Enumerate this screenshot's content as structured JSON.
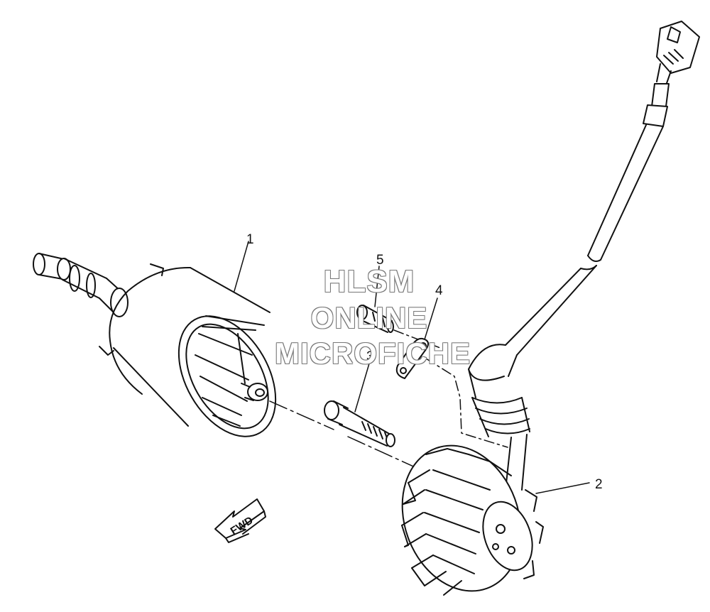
{
  "callouts": {
    "c1": "1",
    "c2": "2",
    "c3": "3",
    "c4": "4",
    "c5": "5"
  },
  "fwd_label": "FWD",
  "watermark": {
    "line1": "HLSM",
    "line2": "ONLINE",
    "line3": "MICROFICHE"
  },
  "colors": {
    "line": "#111111",
    "watermark_outline": "#777777"
  }
}
